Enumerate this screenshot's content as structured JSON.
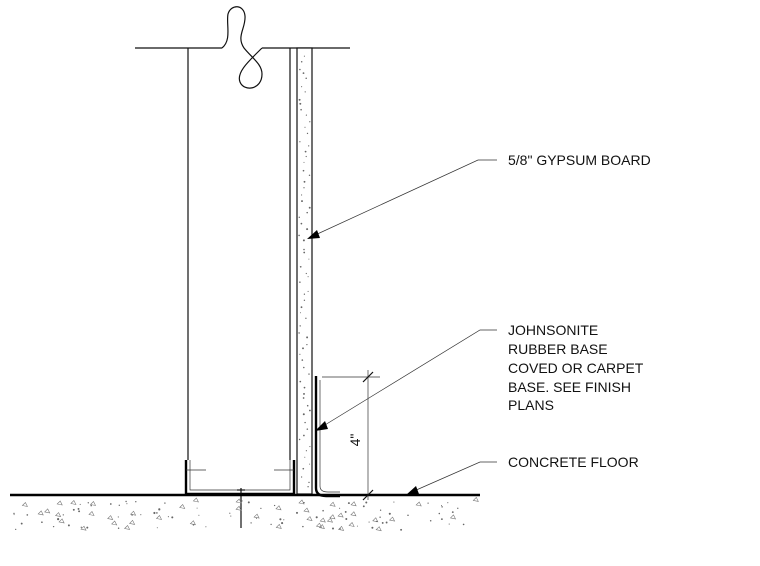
{
  "labels": {
    "gypsum": "5/8\" GYPSUM BOARD",
    "base": [
      "JOHNSONITE",
      "RUBBER BASE",
      "COVED OR CARPET",
      "BASE. SEE FINISH",
      "PLANS"
    ],
    "floor": "CONCRETE FLOOR",
    "dimension": "4\""
  }
}
